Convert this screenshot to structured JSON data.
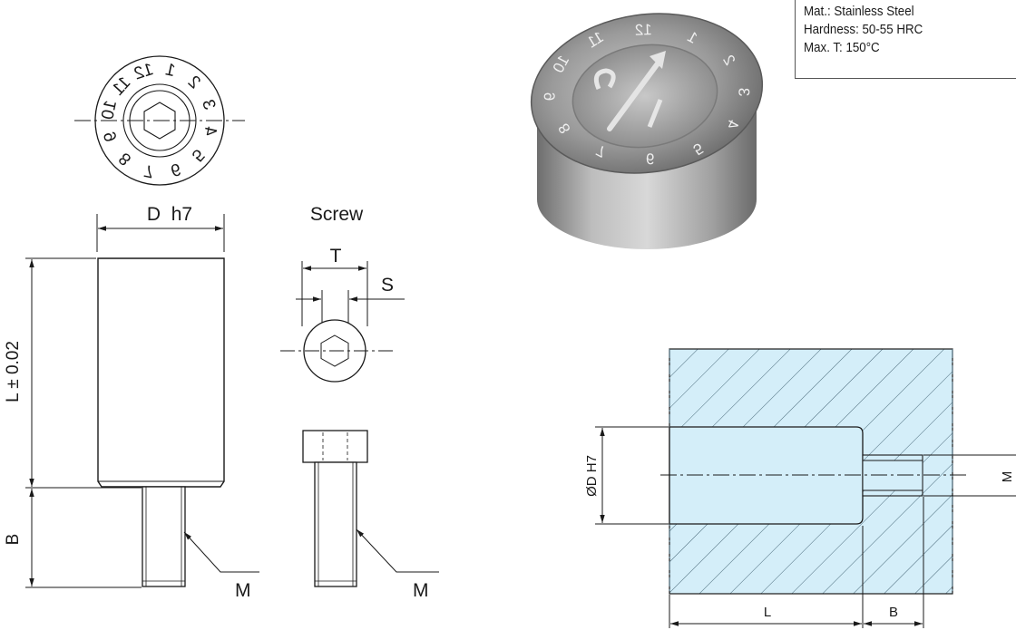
{
  "specs": {
    "material": "Mat.: Stainless Steel",
    "hardness": "Hardness: 50-55 HRC",
    "max_temp": "Max. T: 150°C"
  },
  "date_dial": {
    "numbers": [
      "1",
      "2",
      "3",
      "4",
      "5",
      "6",
      "7",
      "8",
      "9",
      "10",
      "11",
      "12"
    ]
  },
  "pin_view": {
    "diameter_label": "D  h7",
    "length_label": "L ± 0.02",
    "thread_length_label": "B",
    "thread_label": "M"
  },
  "screw_view": {
    "title": "Screw",
    "head_label": "T",
    "socket_label": "S",
    "thread_label": "M"
  },
  "section_view": {
    "bore_label": "ØD H7",
    "length_label": "L",
    "thread_length_label": "B",
    "thread_label": "M",
    "fill_color": "#d4eef9",
    "hatch_color": "#4a6a7a"
  },
  "photo": {
    "stamp_numbers": [
      "1",
      "2",
      "3",
      "4",
      "5",
      "6",
      "7",
      "8",
      "9",
      "10",
      "11",
      "12"
    ]
  }
}
